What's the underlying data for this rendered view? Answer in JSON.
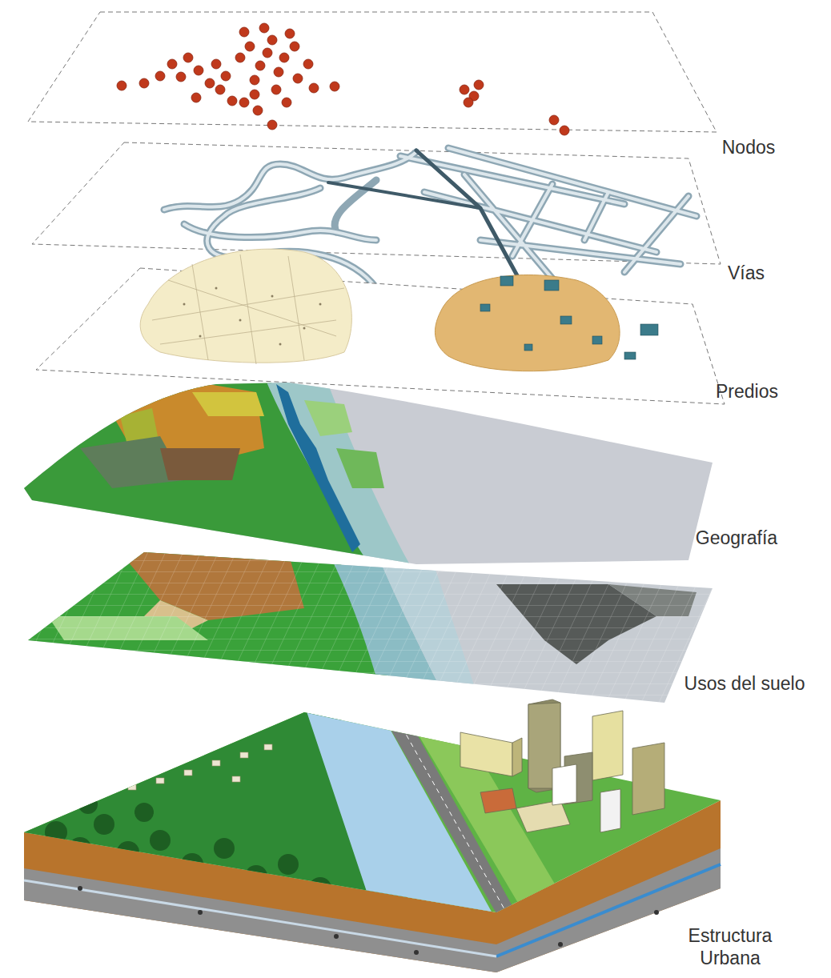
{
  "diagram": {
    "labels": [
      "Nodos",
      "Vías",
      "Predios",
      "Geografía",
      "Usos del suelo",
      "Estructura Urbana"
    ]
  }
}
